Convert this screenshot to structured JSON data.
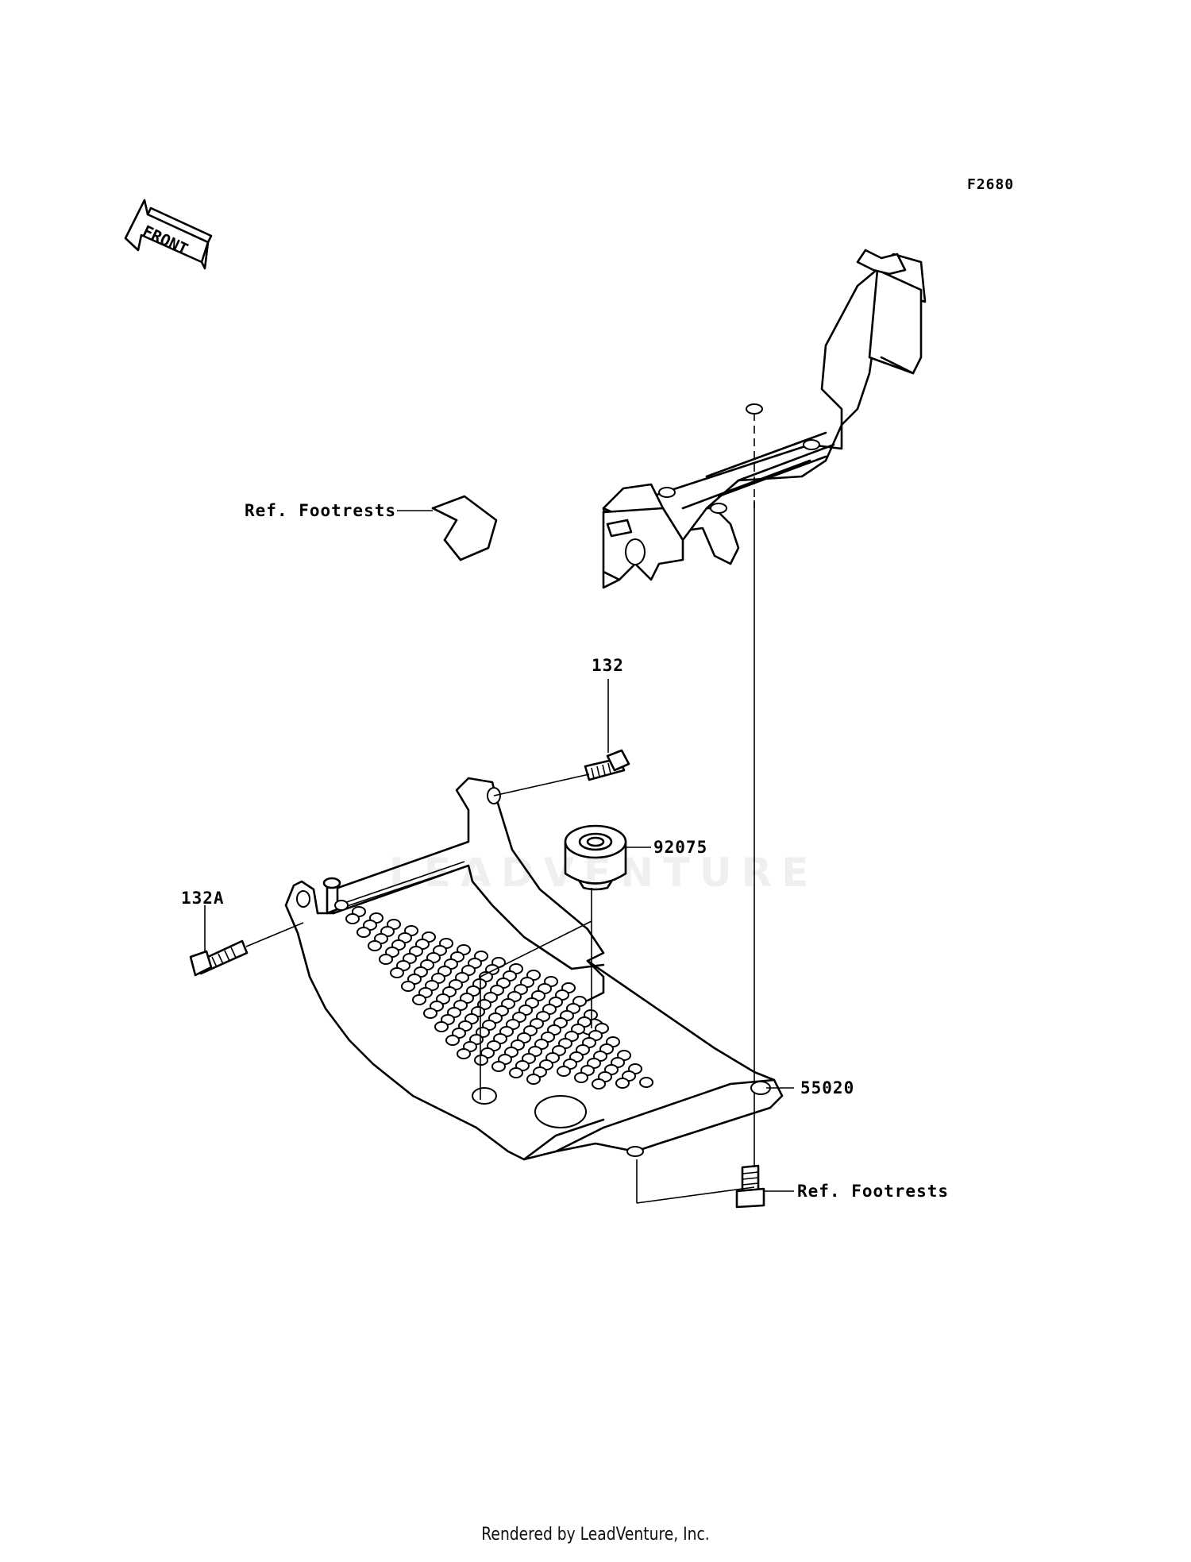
{
  "diagram_code": "F2680",
  "front_arrow_label": "FRONT",
  "callouts": {
    "ref_footrests_top": "Ref. Footrests",
    "part_132": "132",
    "part_92075": "92075",
    "part_132a": "132A",
    "part_55020": "55020",
    "ref_footrests_bottom": "Ref. Footrests"
  },
  "watermark_text": "LEADVENTURE",
  "footer_text": "Rendered by LeadVenture, Inc."
}
